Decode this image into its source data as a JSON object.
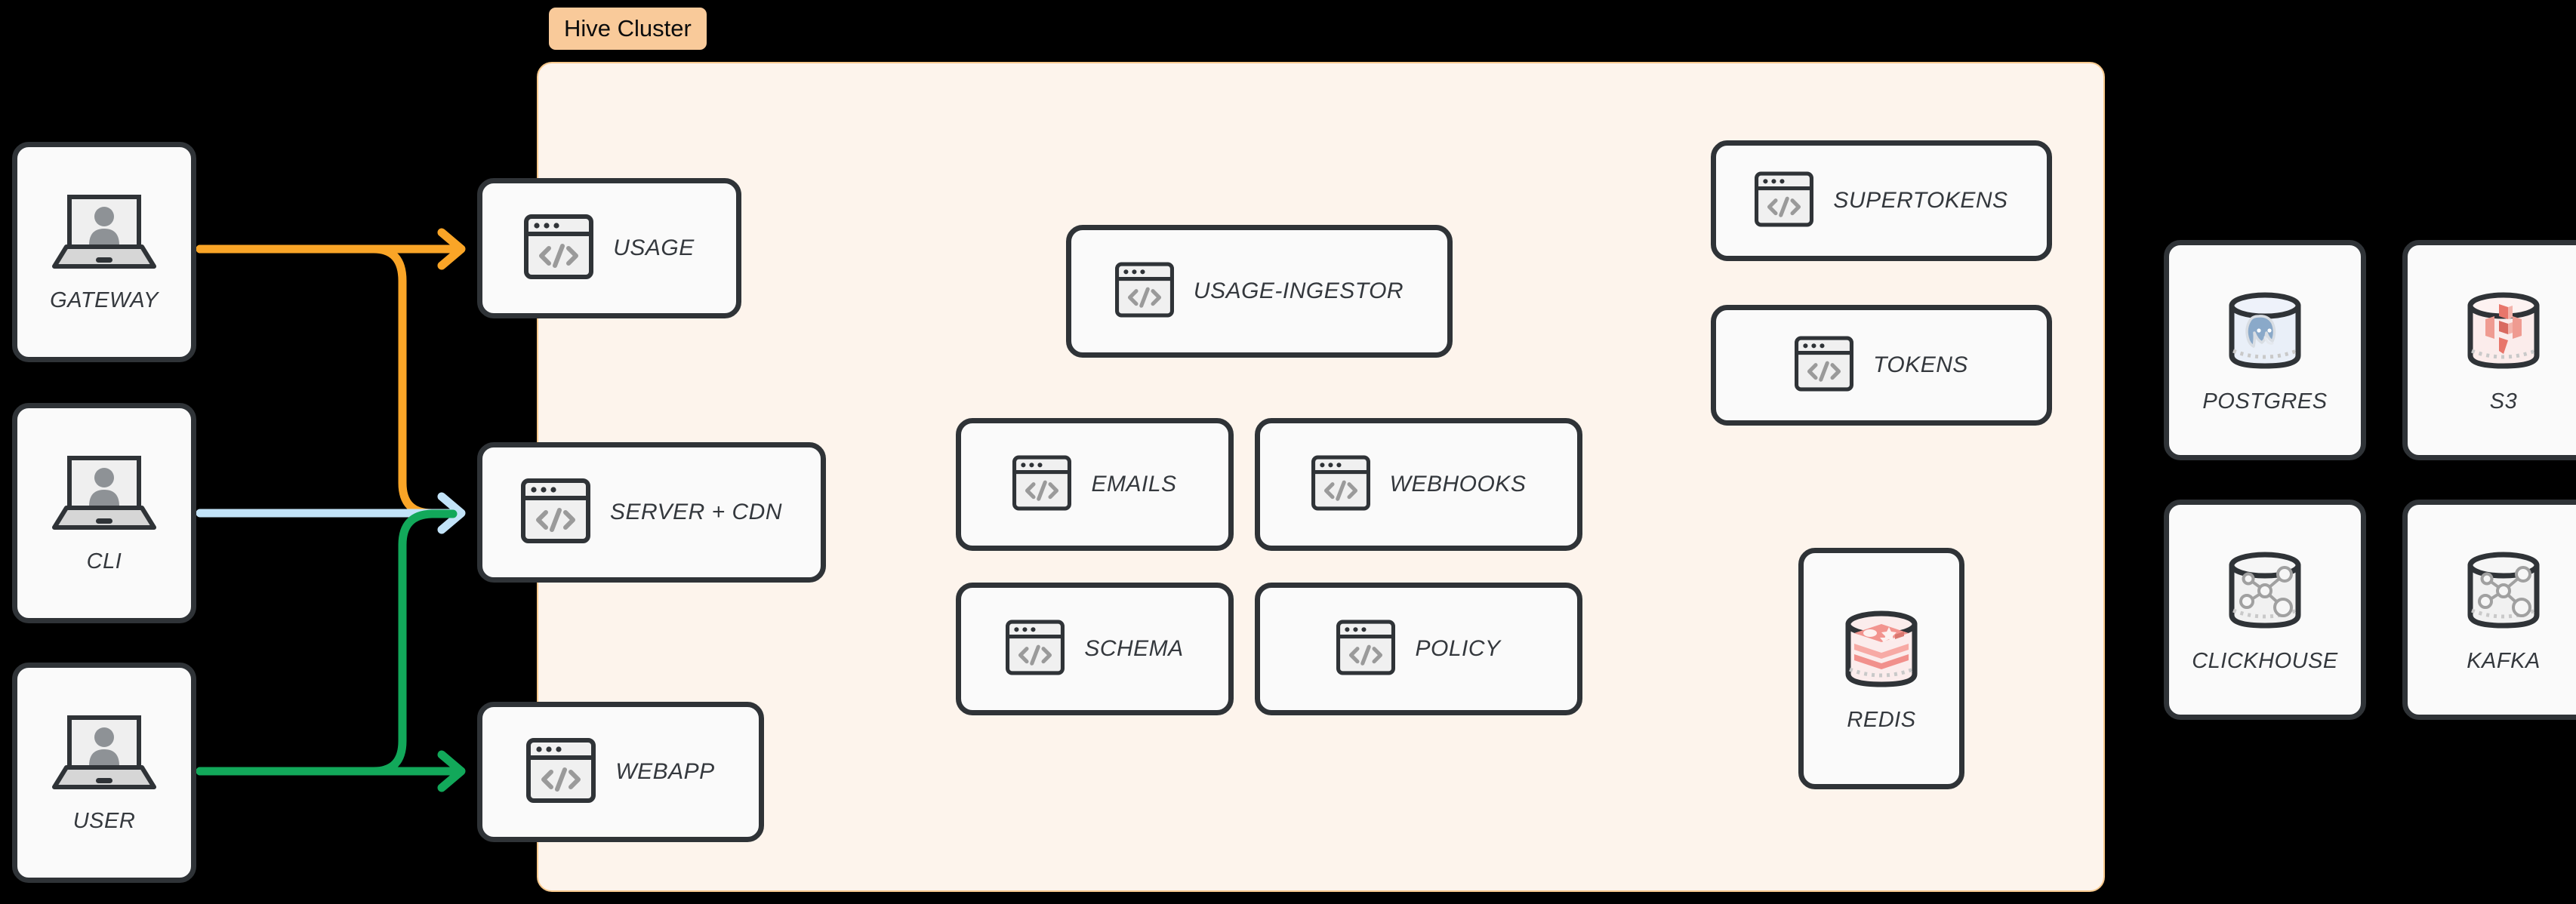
{
  "diagram": {
    "title": "Hive Cluster architecture diagram",
    "background": "#000000"
  },
  "cluster": {
    "tag_label": "Hive Cluster",
    "tag_bg": "#f9ca9a",
    "panel_bg": "#fdf4ec",
    "panel_border": "#f7c88c"
  },
  "clients": [
    {
      "id": "gateway",
      "label": "GATEWAY",
      "icon": "laptop-user-icon"
    },
    {
      "id": "cli",
      "label": "CLI",
      "icon": "laptop-user-icon"
    },
    {
      "id": "user",
      "label": "USER",
      "icon": "laptop-user-icon"
    }
  ],
  "edge_services": [
    {
      "id": "usage",
      "label": "USAGE",
      "icon": "code-window-icon"
    },
    {
      "id": "server-cdn",
      "label": "SERVER + CDN",
      "icon": "code-window-icon"
    },
    {
      "id": "webapp",
      "label": "WEBAPP",
      "icon": "code-window-icon"
    }
  ],
  "core_services": [
    {
      "id": "usage-ingestor",
      "label": "USAGE-INGESTOR",
      "icon": "code-window-icon"
    },
    {
      "id": "emails",
      "label": "EMAILS",
      "icon": "code-window-icon"
    },
    {
      "id": "webhooks",
      "label": "WEBHOOKS",
      "icon": "code-window-icon"
    },
    {
      "id": "schema",
      "label": "SCHEMA",
      "icon": "code-window-icon"
    },
    {
      "id": "policy",
      "label": "POLICY",
      "icon": "code-window-icon"
    }
  ],
  "auth_services": [
    {
      "id": "supertokens",
      "label": "SUPERTOKENS",
      "icon": "code-window-icon"
    },
    {
      "id": "tokens",
      "label": "TOKENS",
      "icon": "code-window-icon"
    }
  ],
  "cluster_stores": [
    {
      "id": "redis",
      "label": "REDIS",
      "icon": "redis-cylinder-icon",
      "accent": "#f0a09a"
    }
  ],
  "external_stores": [
    {
      "id": "postgres",
      "label": "POSTGRES",
      "icon": "postgres-cylinder-icon",
      "accent": "#8aa9c9"
    },
    {
      "id": "s3",
      "label": "S3",
      "icon": "s3-cylinder-icon",
      "accent": "#e8857c"
    },
    {
      "id": "clickhouse",
      "label": "CLICKHOUSE",
      "icon": "network-cylinder-icon",
      "accent": "#a8a8a8"
    },
    {
      "id": "kafka",
      "label": "KAFKA",
      "icon": "network-cylinder-icon",
      "accent": "#a8a8a8"
    }
  ],
  "connections": [
    {
      "id": "gateway-to-usage",
      "from": "gateway",
      "to": "usage",
      "color": "#faa527"
    },
    {
      "id": "gateway-to-server-cdn",
      "from": "gateway",
      "to": "server-cdn",
      "color": "#faa527"
    },
    {
      "id": "cli-to-server-cdn",
      "from": "cli",
      "to": "server-cdn",
      "color": "#c2e3f8"
    },
    {
      "id": "user-to-server-cdn",
      "from": "user",
      "to": "server-cdn",
      "color": "#12a85a"
    },
    {
      "id": "user-to-webapp",
      "from": "user",
      "to": "webapp",
      "color": "#12a85a"
    }
  ]
}
